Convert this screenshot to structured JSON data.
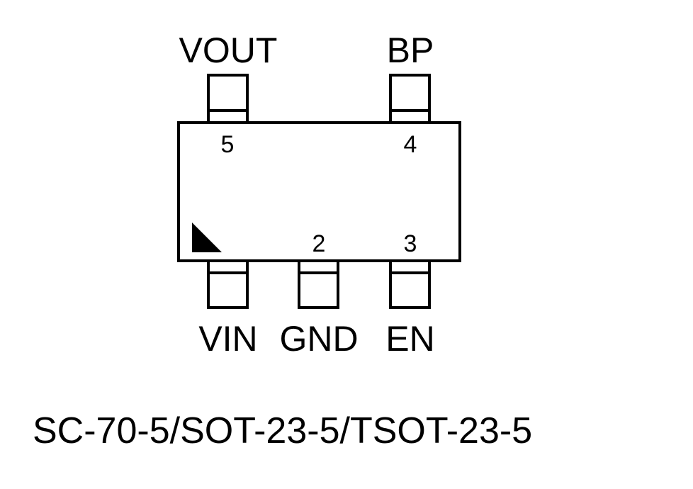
{
  "package": {
    "name": "SC-70-5/SOT-23-5/TSOT-23-5"
  },
  "pins": {
    "vout": {
      "name": "VOUT",
      "number": "5"
    },
    "bp": {
      "name": "BP",
      "number": "4"
    },
    "vin": {
      "name": "VIN"
    },
    "gnd": {
      "name": "GND",
      "number": "2"
    },
    "en": {
      "name": "EN",
      "number": "3"
    }
  },
  "colors": {
    "stroke": "#000000",
    "background": "#ffffff"
  }
}
